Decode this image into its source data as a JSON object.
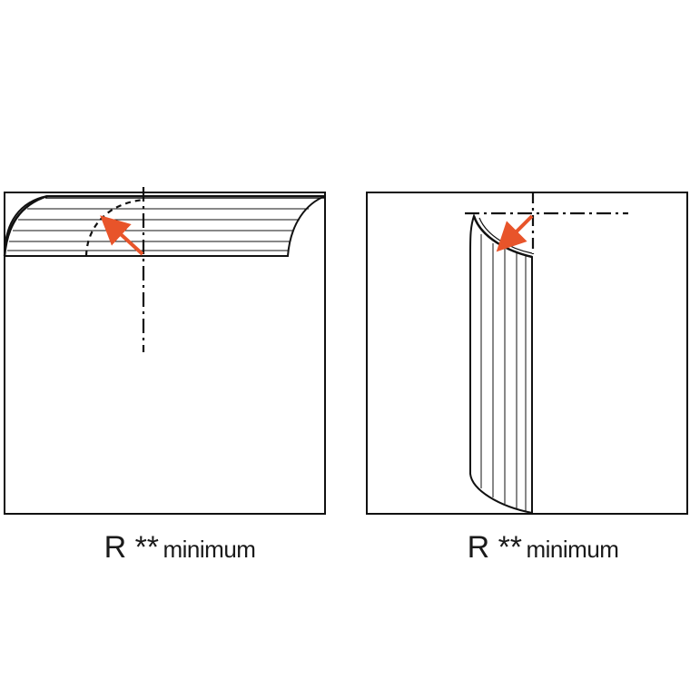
{
  "captions": {
    "left": {
      "symbol": "R **",
      "word": "minimum"
    },
    "right": {
      "symbol": "R **",
      "word": "minimum"
    }
  },
  "colors": {
    "line": "#111111",
    "arrow": "#e8542a",
    "background": "#ffffff"
  },
  "panels": [
    {
      "name": "horizontal-bend",
      "orientation": "horizontal"
    },
    {
      "name": "vertical-bend",
      "orientation": "vertical"
    }
  ]
}
